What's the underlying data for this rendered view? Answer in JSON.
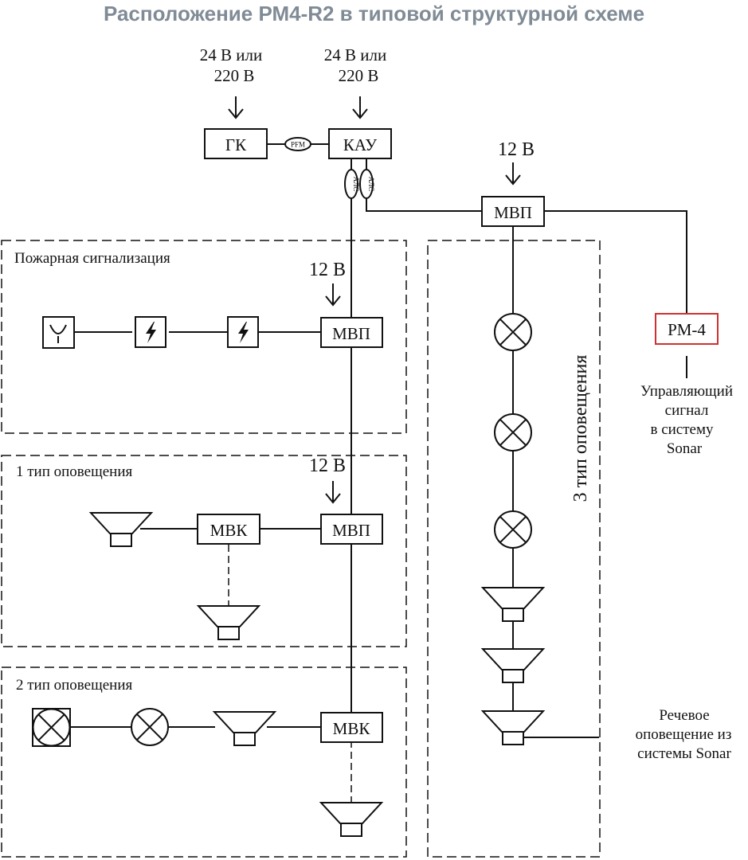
{
  "title": "Расположение РМ4-R2 в типовой структурной схеме",
  "power": {
    "gk_line1": "24   В или",
    "gk_line2": "220   В",
    "kau_line1": "24   В или",
    "kau_line2": "220   В",
    "v12": "12 В"
  },
  "blocks": {
    "gk": "ГК",
    "kau": "КАУ",
    "pfm": "PFM",
    "alc": "АЛС",
    "mvp": "МВП",
    "mvk": "МВК",
    "rm4": "РМ-4"
  },
  "zones": {
    "fire": "Пожарная сигнализация",
    "type1": "1 тип оповещения",
    "type2": "2 тип оповещения",
    "type3": "3 тип оповещения"
  },
  "notes": {
    "control_1": "Управляющий",
    "control_2": "сигнал",
    "control_3": "в систему",
    "control_4": "Sonar",
    "speech_1": "Речевое",
    "speech_2": "оповещение из",
    "speech_3": "системы Sonar"
  },
  "colors": {
    "line": "#111111",
    "rm4_border": "#d03030",
    "title": "#808b96"
  }
}
